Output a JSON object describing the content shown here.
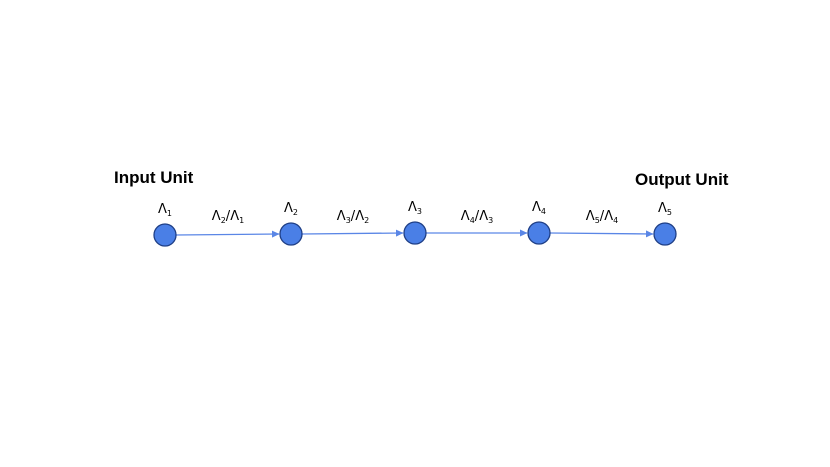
{
  "diagram": {
    "input_label": "Input Unit",
    "output_label": "Output Unit",
    "colors": {
      "node_fill": "#4a7fe6",
      "node_stroke": "#1f3f86",
      "edge": "#5a86e6"
    },
    "nodes": [
      {
        "symbol": "Λ",
        "sub": "1"
      },
      {
        "symbol": "Λ",
        "sub": "2"
      },
      {
        "symbol": "Λ",
        "sub": "3"
      },
      {
        "symbol": "Λ",
        "sub": "4"
      },
      {
        "symbol": "Λ",
        "sub": "5"
      }
    ],
    "edges": [
      {
        "num": "Λ",
        "num_sub": "2",
        "sep": "/",
        "den": "Λ",
        "den_sub": "1"
      },
      {
        "num": "Λ",
        "num_sub": "3",
        "sep": "/",
        "den": "Λ",
        "den_sub": "2"
      },
      {
        "num": "Λ",
        "num_sub": "4",
        "sep": "/",
        "den": "Λ",
        "den_sub": "3"
      },
      {
        "num": "Λ",
        "num_sub": "5",
        "sep": "/",
        "den": "Λ",
        "den_sub": "4"
      }
    ]
  }
}
